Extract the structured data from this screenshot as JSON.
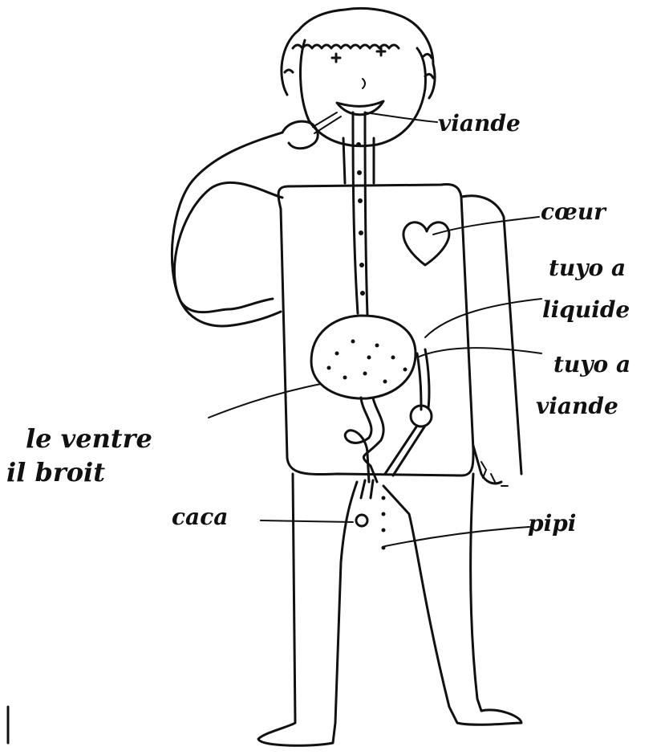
{
  "labels": {
    "viande_mouth": "viande",
    "coeur": "cœur",
    "tuyo_liquide_1": "tuyo a",
    "tuyo_liquide_2": "liquide",
    "tuyo_viande_1": "tuyo a",
    "tuyo_viande_2": "viande",
    "ventre_1": "le ventre",
    "ventre_2": "il broit",
    "caca": "caca",
    "pipi": "pipi"
  }
}
